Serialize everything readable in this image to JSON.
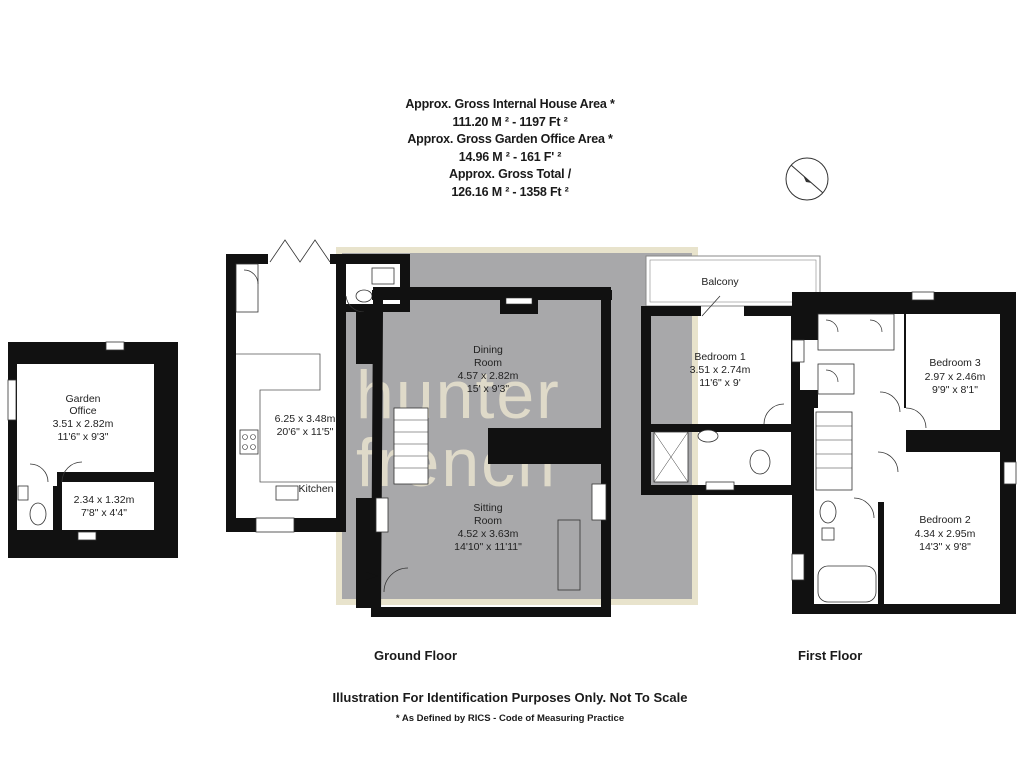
{
  "area_summary": {
    "house_label": "Approx. Gross Internal House Area *",
    "house_value": "111.20 M ² - 1197 Ft ²",
    "office_label": "Approx. Gross Garden Office Area *",
    "office_value": "14.96 M ² - 161 F' ²",
    "total_label": "Approx. Gross Total /",
    "total_value": "126.16 M ² - 1358 Ft ²"
  },
  "watermark": {
    "line1": "hunter",
    "line2": "french"
  },
  "rooms": {
    "garden_office": {
      "name1": "Garden",
      "name2": "Office",
      "metric": "3.51 x 2.82m",
      "imperial": "11'6\" x 9'3\""
    },
    "store": {
      "metric": "2.34 x 1.32m",
      "imperial": "7'8\" x 4'4\""
    },
    "kitchen": {
      "name": "Kitchen",
      "metric": "6.25 x 3.48m",
      "imperial": "20'6\" x 11'5\""
    },
    "dining": {
      "name1": "Dining",
      "name2": "Room",
      "metric": "4.57 x 2.82m",
      "imperial": "15' x 9'3\""
    },
    "sitting": {
      "name1": "Sitting",
      "name2": "Room",
      "metric": "4.52 x 3.63m",
      "imperial": "14'10\" x 11'11\""
    },
    "balcony": {
      "name": "Balcony"
    },
    "bedroom1": {
      "name": "Bedroom 1",
      "metric": "3.51 x 2.74m",
      "imperial": "11'6\" x 9'"
    },
    "bedroom3": {
      "name": "Bedroom 3",
      "metric": "2.97 x 2.46m",
      "imperial": "9'9\" x 8'1\""
    },
    "bedroom2": {
      "name": "Bedroom 2",
      "metric": "4.34 x 2.95m",
      "imperial": "14'3\" x 9'8\""
    }
  },
  "floors": {
    "ground": "Ground Floor",
    "first": "First Floor"
  },
  "footer": {
    "disclaimer": "Illustration For Identification Purposes Only. Not To Scale",
    "note": "* As Defined by RICS - Code of Measuring Practice"
  }
}
